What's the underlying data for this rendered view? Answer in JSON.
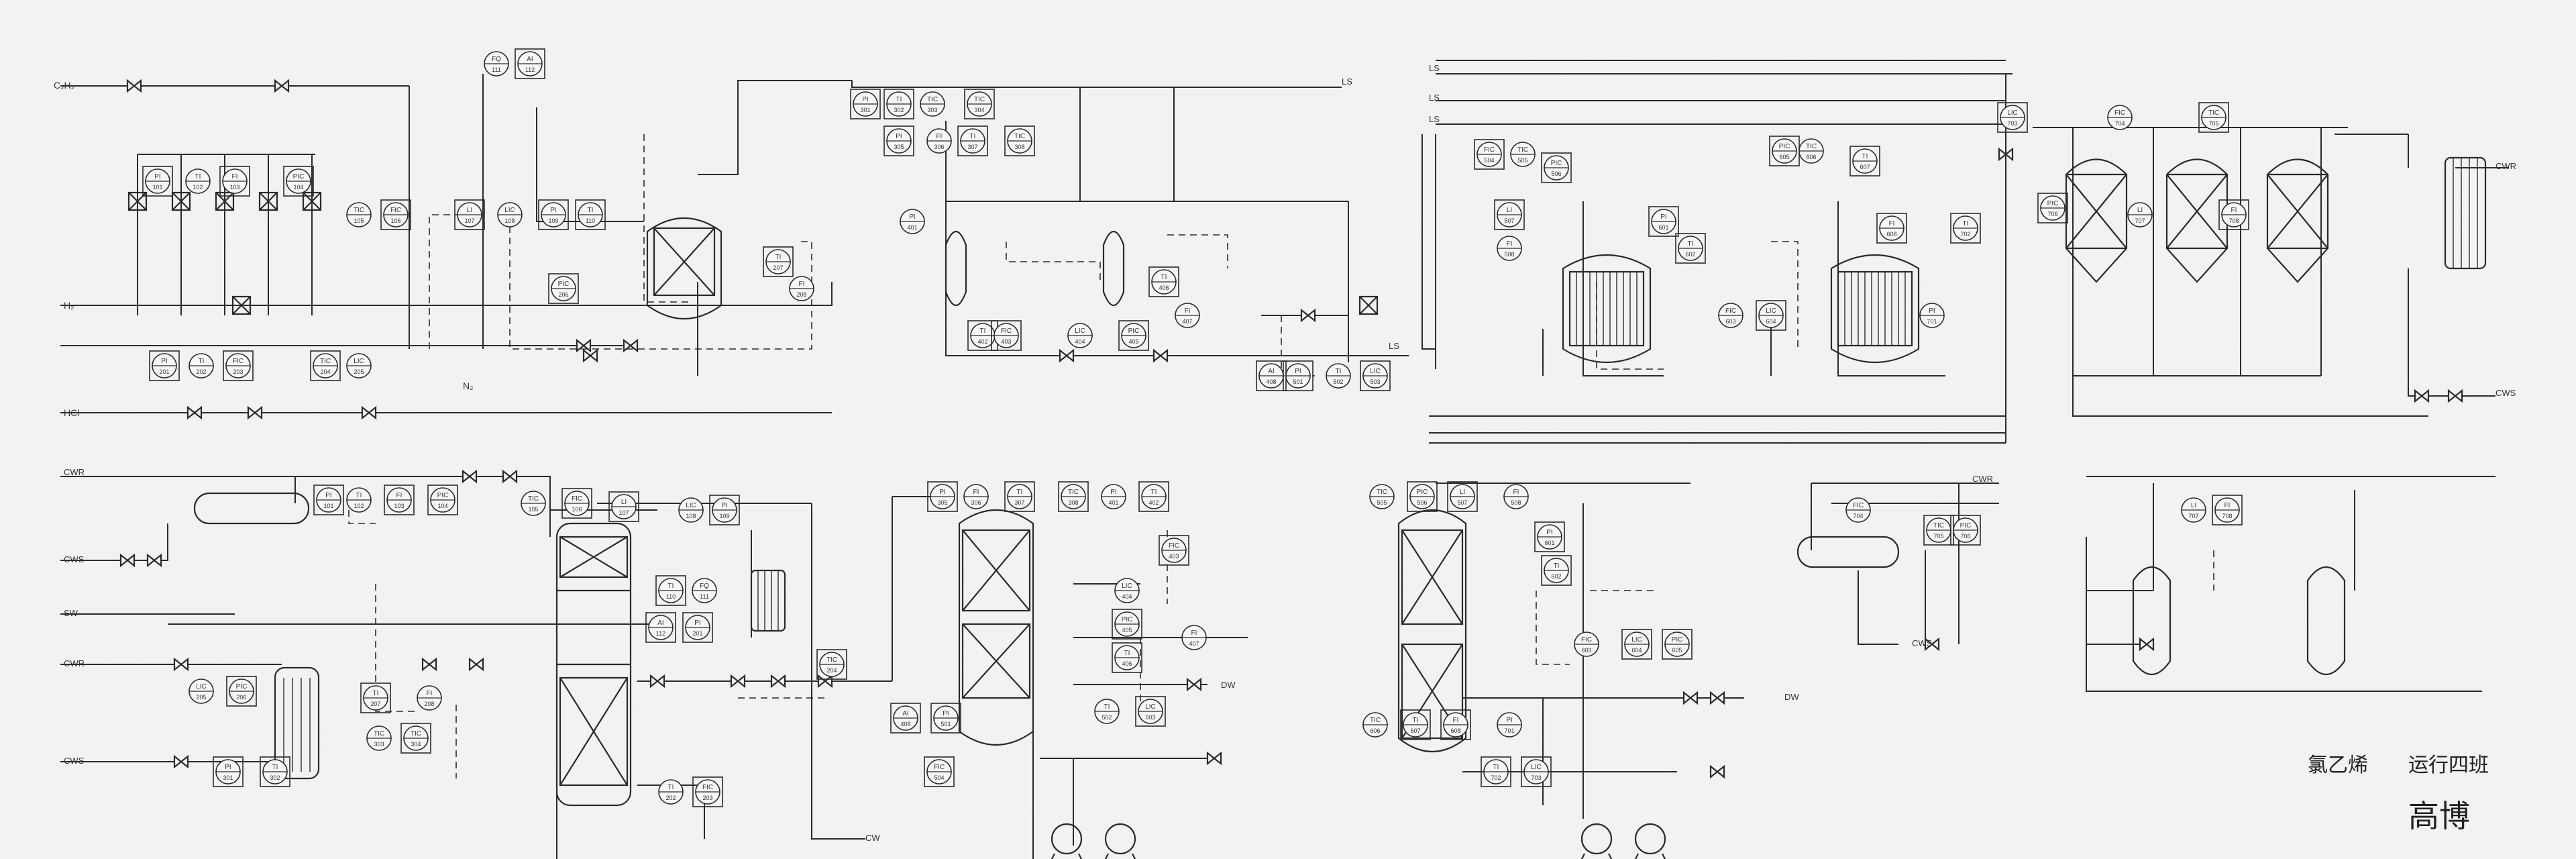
{
  "title": {
    "product": "氯乙烯",
    "shift": "运行四班",
    "author": "高博"
  },
  "streams": {
    "c2h2": "C₂H₂",
    "h2": "H₂",
    "hcl": "HCl",
    "n2": "N₂",
    "ls": "LS",
    "cw": "CW",
    "cwr": "CWR",
    "cws": "CWS",
    "sw": "SW",
    "dw": "DW"
  },
  "instruments": [
    {
      "tag": "PI",
      "num": "101"
    },
    {
      "tag": "TI",
      "num": "102"
    },
    {
      "tag": "FI",
      "num": "103"
    },
    {
      "tag": "PIC",
      "num": "104"
    },
    {
      "tag": "TIC",
      "num": "105"
    },
    {
      "tag": "FIC",
      "num": "106"
    },
    {
      "tag": "LI",
      "num": "107"
    },
    {
      "tag": "LIC",
      "num": "108"
    },
    {
      "tag": "PI",
      "num": "109"
    },
    {
      "tag": "TI",
      "num": "110"
    },
    {
      "tag": "FQ",
      "num": "111"
    },
    {
      "tag": "AI",
      "num": "112"
    },
    {
      "tag": "PI",
      "num": "201"
    },
    {
      "tag": "TI",
      "num": "202"
    },
    {
      "tag": "FIC",
      "num": "203"
    },
    {
      "tag": "TIC",
      "num": "204"
    },
    {
      "tag": "LIC",
      "num": "205"
    },
    {
      "tag": "PIC",
      "num": "206"
    },
    {
      "tag": "TI",
      "num": "207"
    },
    {
      "tag": "FI",
      "num": "208"
    },
    {
      "tag": "PI",
      "num": "301"
    },
    {
      "tag": "TI",
      "num": "302"
    },
    {
      "tag": "TIC",
      "num": "303"
    },
    {
      "tag": "TIC",
      "num": "304"
    },
    {
      "tag": "PI",
      "num": "305"
    },
    {
      "tag": "FI",
      "num": "306"
    },
    {
      "tag": "TI",
      "num": "307"
    },
    {
      "tag": "TIC",
      "num": "308"
    },
    {
      "tag": "PI",
      "num": "401"
    },
    {
      "tag": "TI",
      "num": "402"
    },
    {
      "tag": "FIC",
      "num": "403"
    },
    {
      "tag": "LIC",
      "num": "404"
    },
    {
      "tag": "PIC",
      "num": "405"
    },
    {
      "tag": "TI",
      "num": "406"
    },
    {
      "tag": "FI",
      "num": "407"
    },
    {
      "tag": "AI",
      "num": "408"
    },
    {
      "tag": "PI",
      "num": "501"
    },
    {
      "tag": "TI",
      "num": "502"
    },
    {
      "tag": "LIC",
      "num": "503"
    },
    {
      "tag": "FIC",
      "num": "504"
    },
    {
      "tag": "TIC",
      "num": "505"
    },
    {
      "tag": "PIC",
      "num": "506"
    },
    {
      "tag": "LI",
      "num": "507"
    },
    {
      "tag": "FI",
      "num": "508"
    },
    {
      "tag": "PI",
      "num": "601"
    },
    {
      "tag": "TI",
      "num": "602"
    },
    {
      "tag": "FIC",
      "num": "603"
    },
    {
      "tag": "LIC",
      "num": "604"
    },
    {
      "tag": "PIC",
      "num": "605"
    },
    {
      "tag": "TIC",
      "num": "606"
    },
    {
      "tag": "TI",
      "num": "607"
    },
    {
      "tag": "FI",
      "num": "608"
    },
    {
      "tag": "PI",
      "num": "701"
    },
    {
      "tag": "TI",
      "num": "702"
    },
    {
      "tag": "LIC",
      "num": "703"
    },
    {
      "tag": "FIC",
      "num": "704"
    },
    {
      "tag": "TIC",
      "num": "705"
    },
    {
      "tag": "PIC",
      "num": "706"
    },
    {
      "tag": "LI",
      "num": "707"
    },
    {
      "tag": "FI",
      "num": "708"
    }
  ]
}
